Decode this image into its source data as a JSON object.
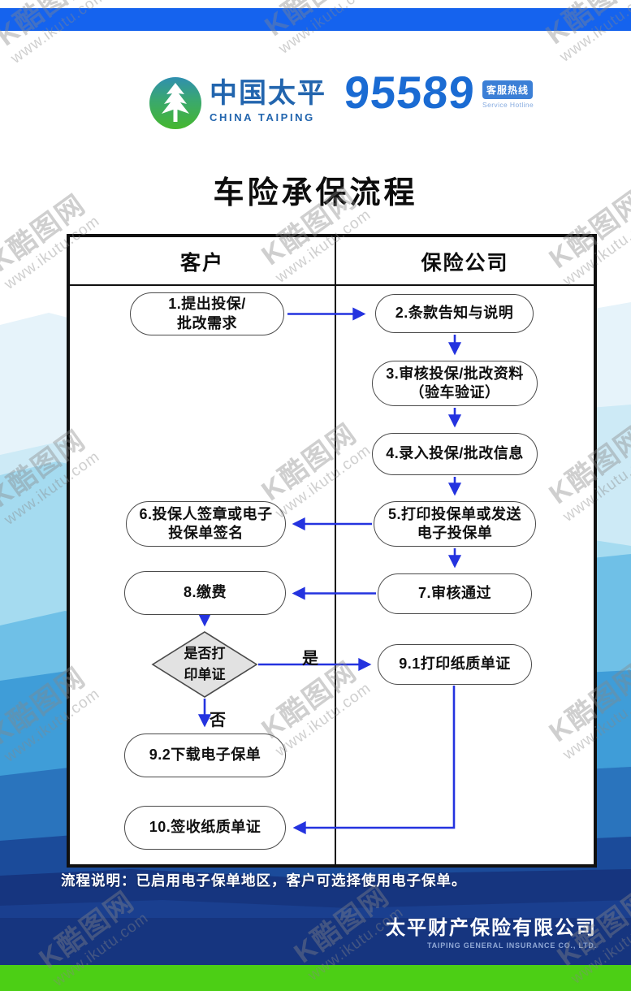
{
  "watermark": {
    "brand": "K酷图网",
    "url": "www.ikutu.com"
  },
  "header": {
    "logo": {
      "name_cn": "中国太平",
      "name_en": "CHINA TAIPING"
    },
    "hotline": {
      "number": "95589",
      "badge": "客服热线",
      "badge_sub": "Service Hotline"
    }
  },
  "title": "车险承保流程",
  "flowchart": {
    "columns": {
      "left": "客户",
      "right": "保险公司"
    },
    "nodes": {
      "n1": {
        "line1": "1.提出投保/",
        "line2": "批改需求"
      },
      "n2": {
        "line1": "2.条款告知与说明"
      },
      "n3": {
        "line1": "3.审核投保/批改资料",
        "line2": "（验车验证）"
      },
      "n4": {
        "line1": "4.录入投保/批改信息"
      },
      "n5": {
        "line1": "5.打印投保单或发送",
        "line2": "电子投保单"
      },
      "n6": {
        "line1": "6.投保人签章或电子",
        "line2": "投保单签名"
      },
      "n7": {
        "line1": "7.审核通过"
      },
      "n8": {
        "line1": "8.缴费"
      },
      "decision": {
        "line1": "是否打",
        "line2": "印单证"
      },
      "n91": {
        "line1": "9.1打印纸质单证"
      },
      "n92": {
        "line1": "9.2下载电子保单"
      },
      "n10": {
        "line1": "10.签收纸质单证"
      }
    },
    "branch_labels": {
      "yes": "是",
      "no": "否"
    }
  },
  "note": "流程说明：已启用电子保单地区，客户可选择使用电子保单。",
  "footer": {
    "company_cn": "太平财产保险有限公司",
    "company_en": "TAIPING GENERAL INSURANCE CO., LTD."
  },
  "colors": {
    "top_bar": "#1563ee",
    "arrow_blue": "#2433df",
    "green_strip": "#4ccf15",
    "brand_blue": "#2265ae",
    "hotline_blue": "#1a6bd3"
  }
}
